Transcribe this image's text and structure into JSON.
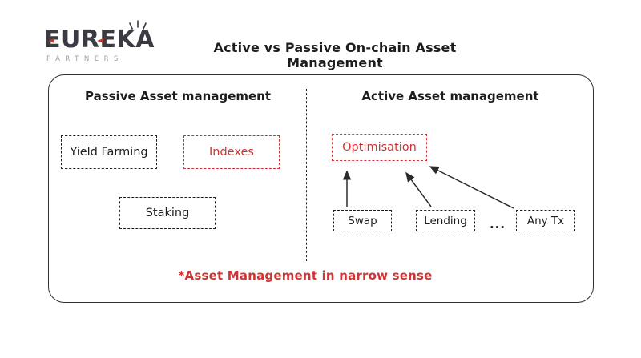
{
  "header": {
    "logo": {
      "wordmark": "EUREKA",
      "subtext": "PARTNERS"
    },
    "title": "Active vs Passive On-chain Asset Management"
  },
  "diagram": {
    "left_panel": {
      "heading": "Passive Asset management",
      "boxes": [
        {
          "label": "Yield Farming",
          "emphasis": "default"
        },
        {
          "label": "Indexes",
          "emphasis": "red"
        },
        {
          "label": "Staking",
          "emphasis": "default"
        }
      ]
    },
    "right_panel": {
      "heading": "Active Asset management",
      "target_box": {
        "label": "Optimisation",
        "emphasis": "red"
      },
      "source_boxes": [
        {
          "label": "Swap"
        },
        {
          "label": "Lending"
        },
        {
          "label": "Any Tx"
        }
      ],
      "ellipsis": "...",
      "arrows": [
        {
          "from": "Swap",
          "to": "Optimisation"
        },
        {
          "from": "Lending",
          "to": "Optimisation"
        },
        {
          "from": "Any Tx",
          "to": "Optimisation"
        }
      ]
    },
    "footnote": "*Asset Management in narrow sense"
  },
  "colors": {
    "ink": "#1e1e1e",
    "accent_red": "#cf3434",
    "logo_dark": "#3b3b44",
    "logo_accent_red": "#c0392b",
    "logo_gray": "#9c9ca3"
  }
}
